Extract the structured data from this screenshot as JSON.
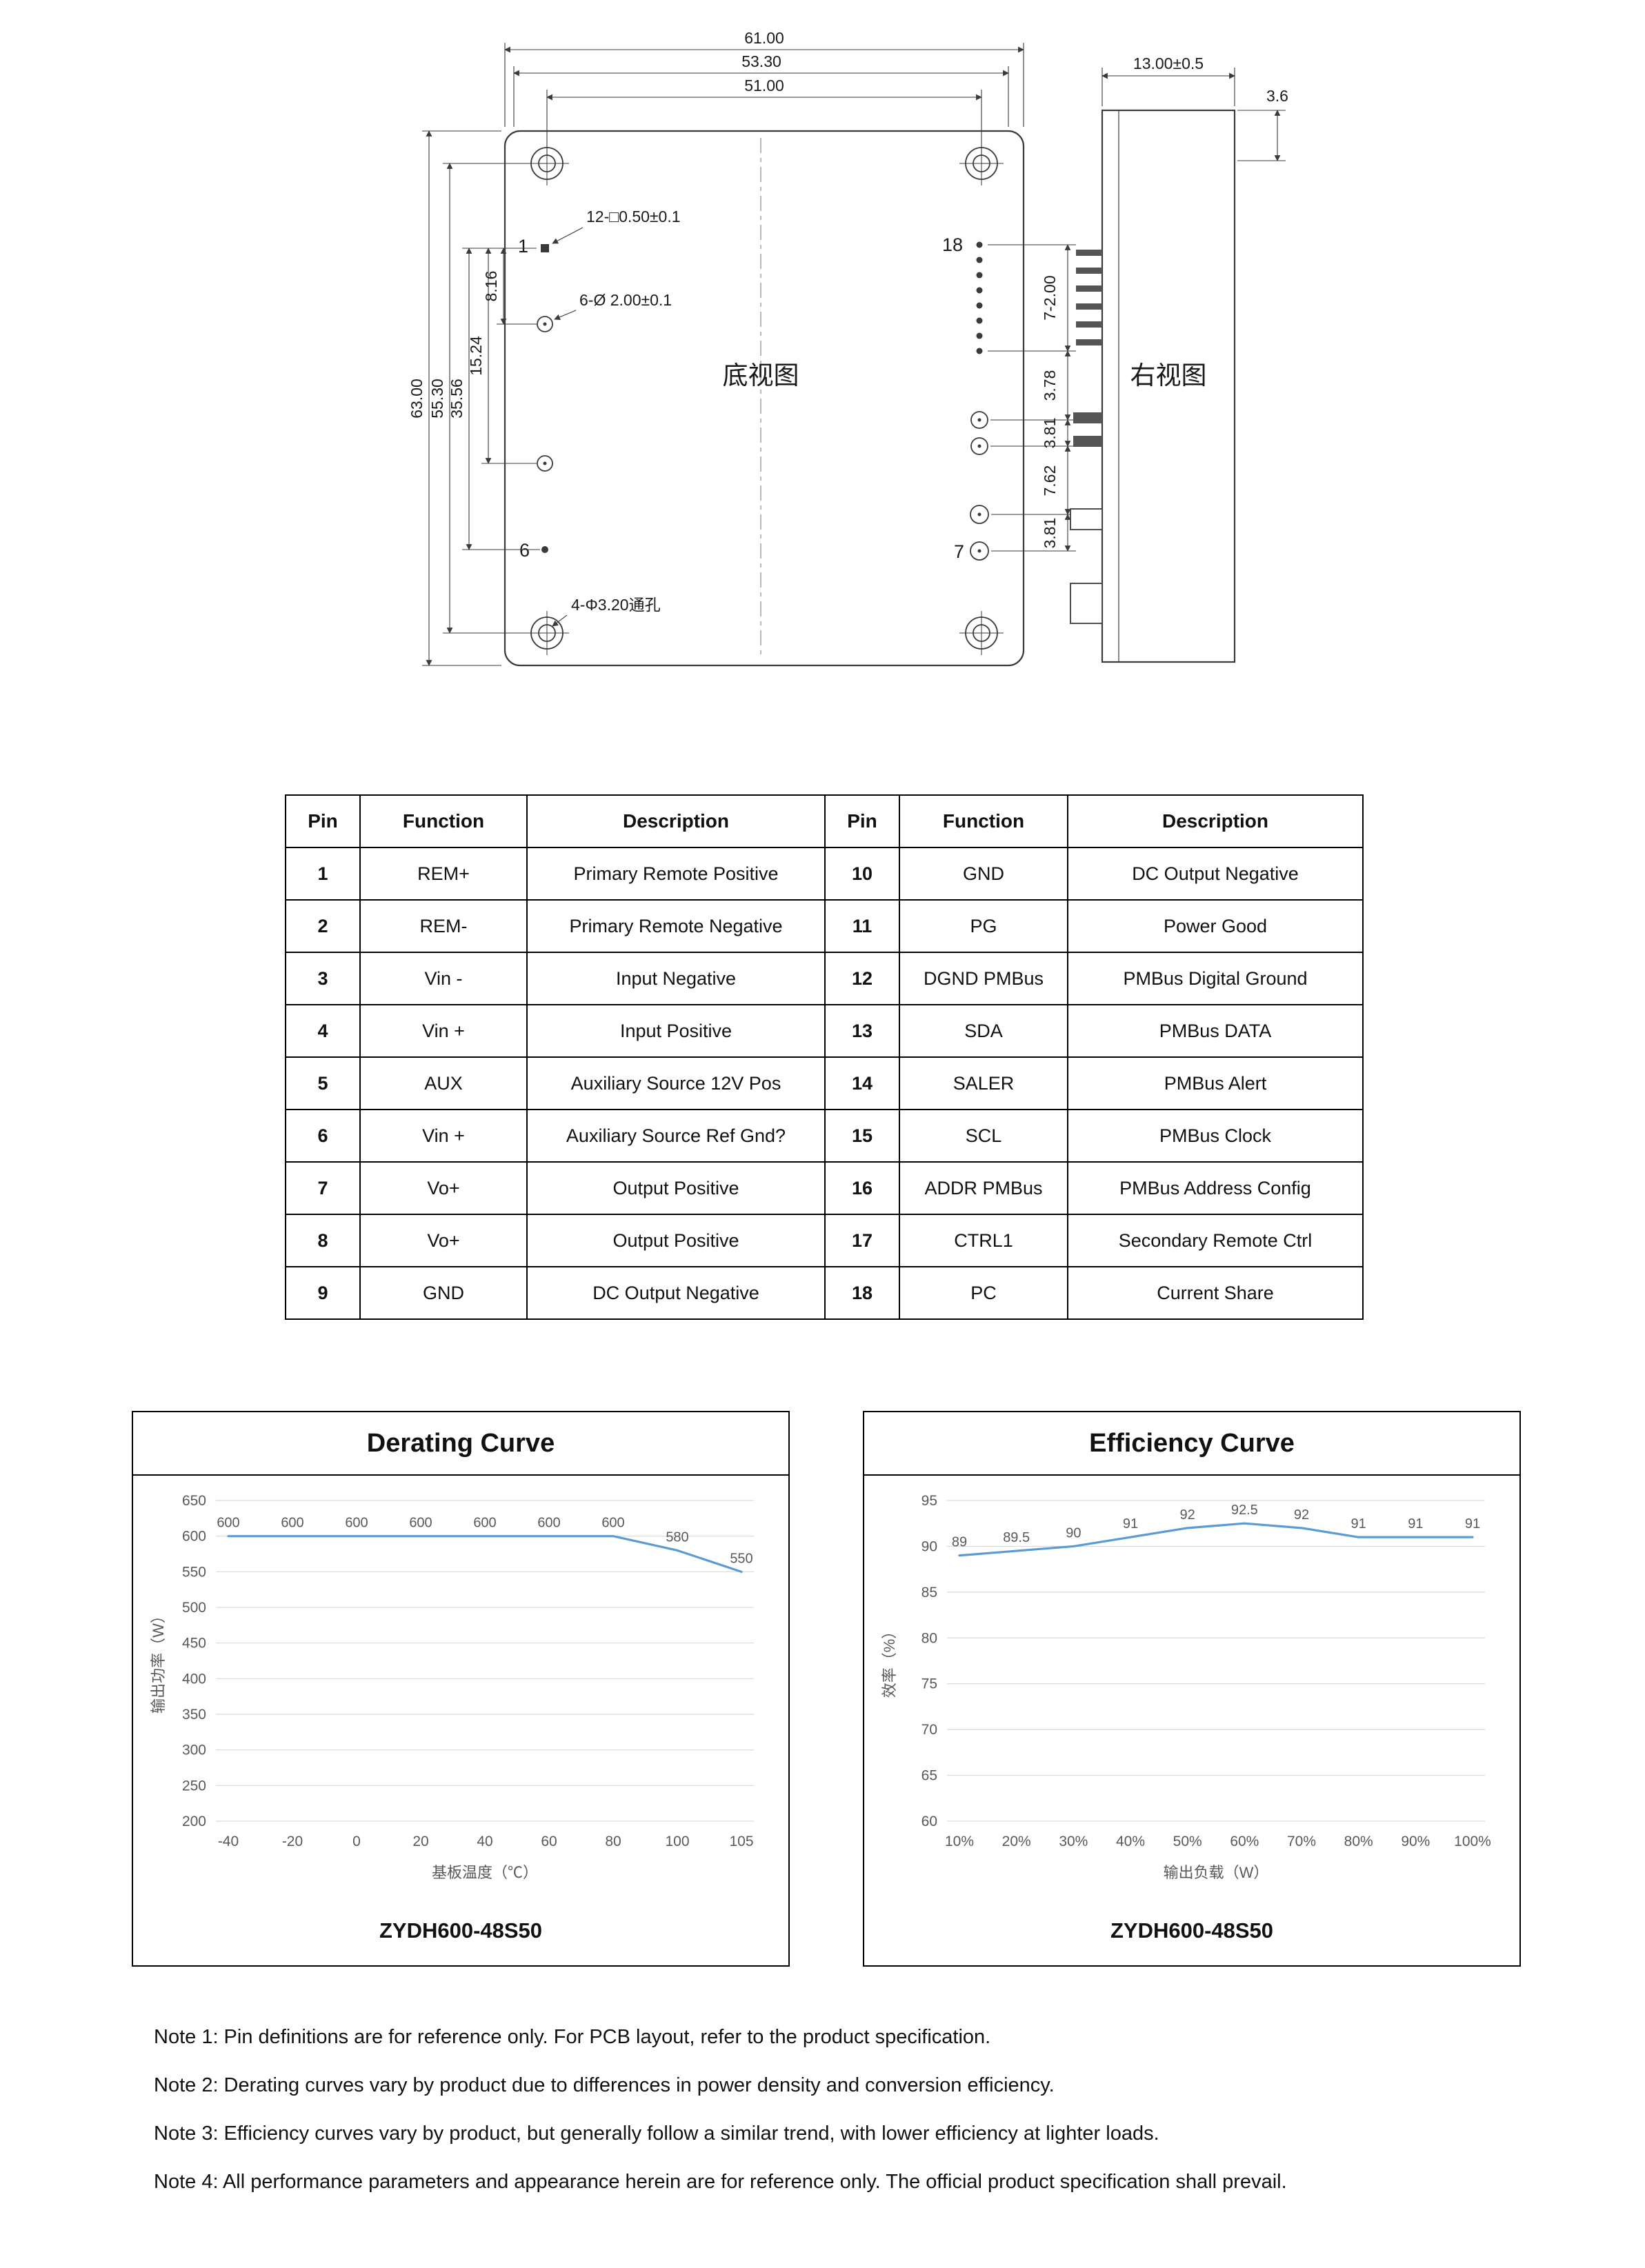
{
  "drawing": {
    "bottom_view_label": "底视图",
    "right_view_label": "右视图",
    "top_dims": [
      "61.00",
      "53.30",
      "51.00"
    ],
    "left_dims": [
      "63.00",
      "55.30",
      "35.56",
      "15.24",
      "8.16"
    ],
    "right_dims": [
      "7-2.00",
      "3.78",
      "3.81",
      "7.62",
      "3.81"
    ],
    "side_dims": [
      "13.00±0.5",
      "3.6"
    ],
    "annotations": [
      "12-□0.50±0.1",
      "6-Ø 2.00±0.1",
      "4-Φ3.20通孔"
    ],
    "pin_labels": [
      "1",
      "6",
      "18",
      "7"
    ]
  },
  "pin_table": {
    "headers": [
      "Pin",
      "Function",
      "Description",
      "Pin",
      "Function",
      "Description"
    ],
    "rows": [
      [
        "1",
        "REM+",
        "Primary Remote Positive",
        "10",
        "GND",
        "DC Output Negative"
      ],
      [
        "2",
        "REM-",
        "Primary Remote Negative",
        "11",
        "PG",
        "Power Good"
      ],
      [
        "3",
        "Vin -",
        "Input Negative",
        "12",
        "DGND PMBus",
        "PMBus Digital Ground"
      ],
      [
        "4",
        "Vin +",
        "Input Positive",
        "13",
        "SDA",
        "PMBus DATA"
      ],
      [
        "5",
        "AUX",
        "Auxiliary Source 12V Pos",
        "14",
        "SALER",
        "PMBus Alert"
      ],
      [
        "6",
        "Vin +",
        "Auxiliary Source Ref Gnd?",
        "15",
        "SCL",
        "PMBus Clock"
      ],
      [
        "7",
        "Vo+",
        "Output Positive",
        "16",
        "ADDR PMBus",
        "PMBus Address Config"
      ],
      [
        "8",
        "Vo+",
        "Output Positive",
        "17",
        "CTRL1",
        "Secondary Remote Ctrl"
      ],
      [
        "9",
        "GND",
        "DC Output Negative",
        "18",
        "PC",
        "Current Share"
      ]
    ]
  },
  "chart_data": [
    {
      "type": "line",
      "title": "Derating Curve",
      "footer": "ZYDH600-48S50",
      "categories": [
        "-40",
        "-20",
        "0",
        "20",
        "40",
        "60",
        "80",
        "100",
        "105"
      ],
      "values": [
        600,
        600,
        600,
        600,
        600,
        600,
        600,
        580,
        550
      ],
      "labels": [
        "600",
        "600",
        "600",
        "600",
        "600",
        "600",
        "600",
        "580",
        "550"
      ],
      "ymin": 200,
      "ymax": 650,
      "ystep": 50,
      "xlabel": "基板温度（℃）",
      "ylabel": "输出功率（W）",
      "line_color": "#5b9bd5",
      "grid": "horizontal",
      "legend": "none"
    },
    {
      "type": "line",
      "title": "Efficiency Curve",
      "footer": "ZYDH600-48S50",
      "categories": [
        "10%",
        "20%",
        "30%",
        "40%",
        "50%",
        "60%",
        "70%",
        "80%",
        "90%",
        "100%"
      ],
      "values": [
        89,
        89.5,
        90,
        91,
        92,
        92.5,
        92,
        91,
        91,
        91
      ],
      "labels": [
        "89",
        "89.5",
        "90",
        "91",
        "92",
        "92.5",
        "92",
        "91",
        "91",
        "91"
      ],
      "ymin": 60,
      "ymax": 95,
      "ystep": 5,
      "xlabel": "输出负载（W）",
      "ylabel": "效率（%）",
      "line_color": "#5b9bd5",
      "grid": "horizontal",
      "legend": "none"
    }
  ],
  "notes": [
    "Note 1: Pin definitions are for reference only. For PCB layout, refer to the product specification.",
    "Note 2: Derating curves vary by product due to differences in power density and conversion efficiency.",
    "Note 3: Efficiency curves vary by product, but generally follow a similar trend, with lower efficiency at lighter loads.",
    "Note 4: All performance parameters and appearance herein are for reference only. The official product specification shall prevail."
  ]
}
